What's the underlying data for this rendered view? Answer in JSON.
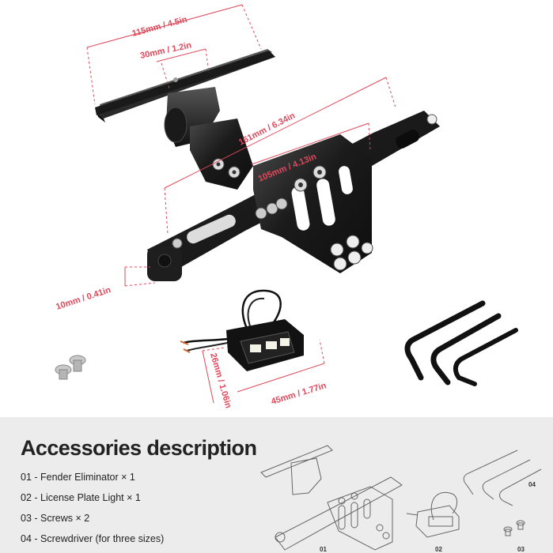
{
  "dimensions": {
    "top_width": "115mm / 4.5in",
    "slot_width": "30mm / 1.2in",
    "arm_length": "161mm / 6.34in",
    "plate_span": "105mm / 4.13in",
    "thickness": "10mm / 0.41in",
    "light_height": "26mm / 1.06in",
    "light_width": "45mm / 1.77in"
  },
  "accessories": {
    "title": "Accessories description",
    "items": [
      "01 - Fender Eliminator × 1",
      "02 - License Plate Light × 1",
      "03 - Screws × 2",
      "04 - Screwdriver (for three sizes)"
    ],
    "labels": [
      "01",
      "02",
      "03",
      "04"
    ]
  },
  "colors": {
    "dimension": "#e0485a",
    "panel": "#ececec",
    "metal": "#1c1c1c"
  }
}
